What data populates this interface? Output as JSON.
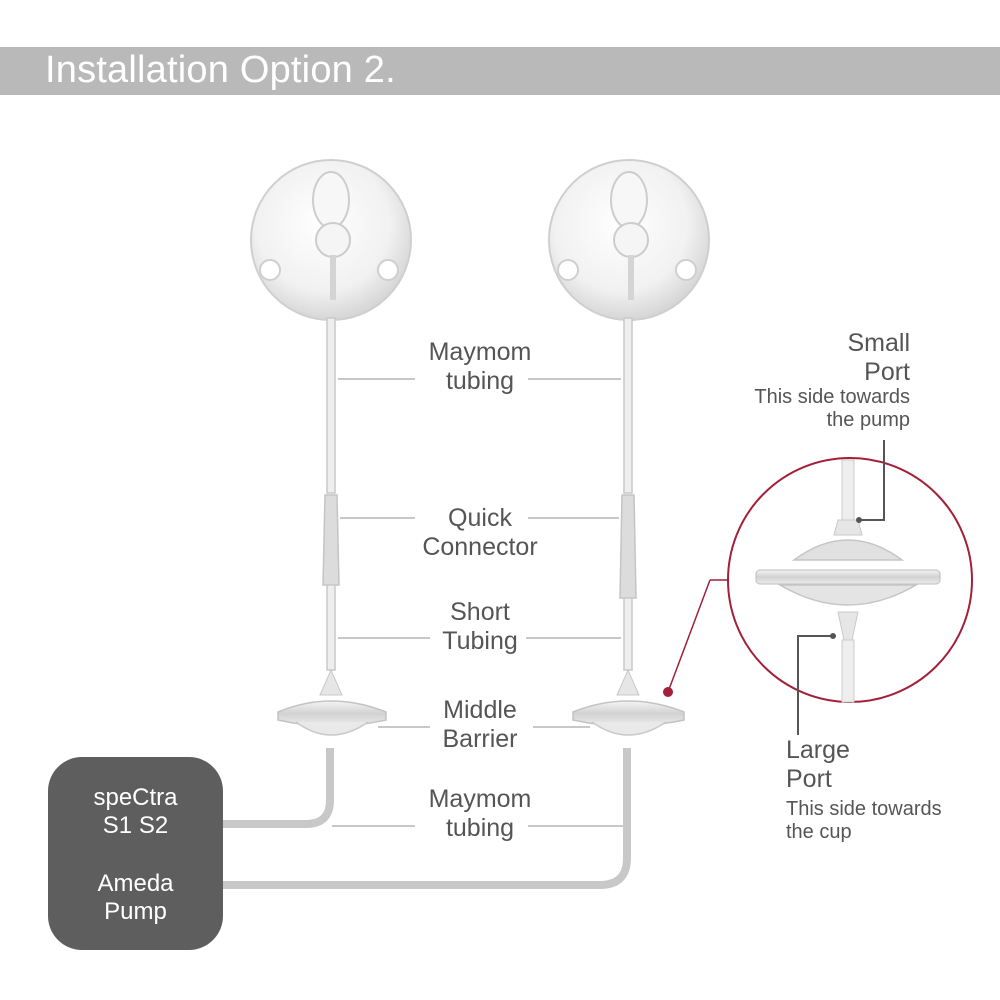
{
  "header": {
    "title": "Installation Option 2."
  },
  "labels": {
    "maymom_tubing_top": [
      "Maymom",
      "tubing"
    ],
    "quick_connector": [
      "Quick",
      "Connector"
    ],
    "short_tubing": [
      "Short",
      "Tubing"
    ],
    "middle_barrier": [
      "Middle",
      "Barrier"
    ],
    "maymom_tubing_bottom": [
      "Maymom",
      "tubing"
    ]
  },
  "detail": {
    "small_port": [
      "Small",
      "Port"
    ],
    "small_port_note": [
      "This side towards",
      "the pump"
    ],
    "large_port": [
      "Large",
      "Port"
    ],
    "large_port_note": [
      "This side towards",
      "the cup"
    ]
  },
  "pump": {
    "line1": [
      "speCtra",
      "S1 S2"
    ],
    "line2": [
      "Ameda",
      "Pump"
    ]
  },
  "colors": {
    "title_bar": "#b9b9b9",
    "pump_box": "#5e5e5e",
    "callout_accent": "#a3203a",
    "tubing": "#c8c8c8"
  }
}
